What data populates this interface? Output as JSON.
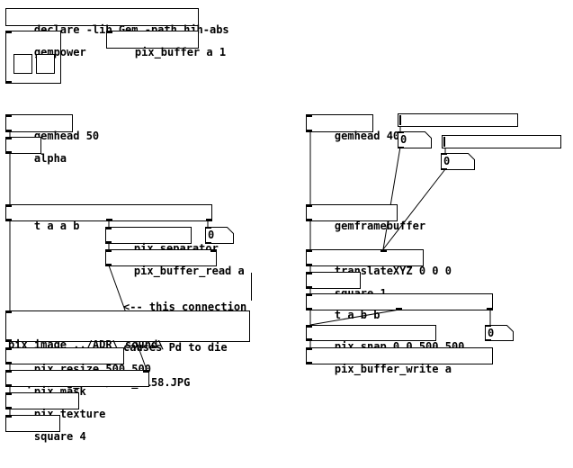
{
  "objects": {
    "declare": "declare -lib Gem -path hjh-abs",
    "gempower": "gempower",
    "pix_buffer": "pix_buffer a 1",
    "gemhead50": "gemhead 50",
    "alpha": "alpha",
    "taab": "t a a b",
    "pix_separator": "pix_separator",
    "pix_buffer_read": "pix_buffer_read a",
    "pix_image_line1": "pix_image ../ADR\\ sound\\",
    "pix_image_line2": "sample/img_6158/IMG_6158.JPG",
    "pix_resize": "pix_resize 500 500",
    "pix_mask": "pix_mask",
    "pix_texture": "pix_texture",
    "square4": "square 4",
    "gemhead40": "gemhead 40",
    "gemframebuffer": "gemframebuffer",
    "translateXYZ": "translateXYZ 0 0 0",
    "square1": "square 1",
    "tabb": "t a b b",
    "pix_snap": "pix_snap 0 0 500 500",
    "pix_buffer_write": "pix_buffer_write a"
  },
  "numbers": {
    "n1": "0",
    "n2": "0",
    "n3": "0",
    "n4": "0"
  },
  "comment": {
    "line1": "<-- this connection",
    "line2": "causes Pd to die"
  }
}
